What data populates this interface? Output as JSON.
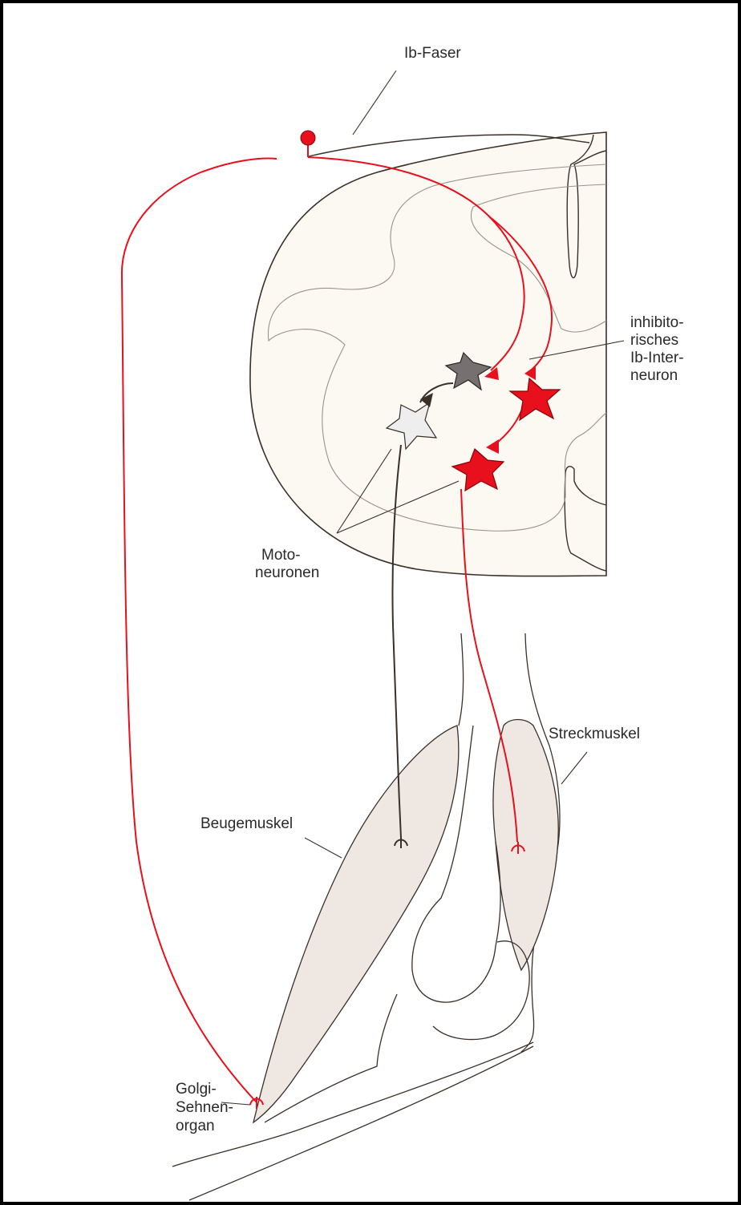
{
  "labels": {
    "ib_faser": "Ib-Faser",
    "interneuron": [
      "inhibito-",
      "risches",
      "Ib-Inter-",
      "neuron"
    ],
    "motoneurone": [
      "Moto-",
      "neuronen"
    ],
    "streckmuskel": "Streckmuskel",
    "beugemuskel": "Beugemuskel",
    "golgi": [
      "Golgi-",
      "Sehnen-",
      "organ"
    ]
  },
  "colors": {
    "frame": "#000000",
    "background": "#ffffff",
    "tissue_fill": "#fbf9f2",
    "outline": "#3a3028",
    "gray_matter_line": "#9a9388",
    "afferent_red": "#e8101c",
    "inhibitory_interneuron": "#777070",
    "motoneuron_flexor": "#eeeeee",
    "motoneuron_extensor": "#e8101c",
    "muscle_fill": "#efe8e2"
  },
  "icons": {
    "ganglion": "cell-body-dot",
    "neurons": "star-shaped-soma",
    "endings": "motor-end-plate"
  }
}
